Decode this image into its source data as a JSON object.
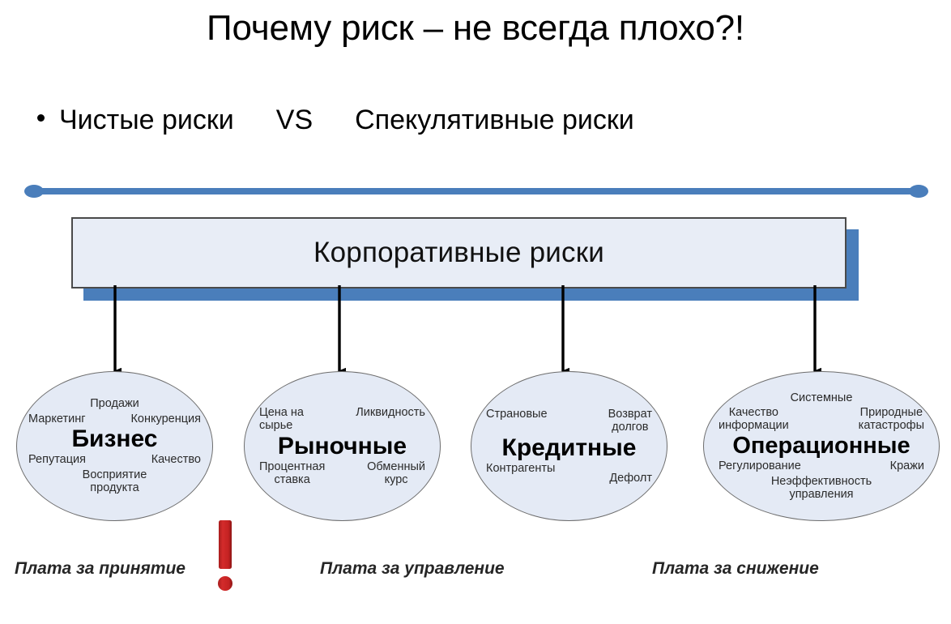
{
  "slide": {
    "title": "Почему риск – не всегда плохо?!"
  },
  "bullet": {
    "marker": "bullet-dot",
    "pure_risks": "Чистые риски",
    "vs": "VS",
    "speculative_risks": "Спекулятивные риски"
  },
  "divider": {
    "color": "#4a7ebb",
    "endpoint_shape": "round-dot"
  },
  "diagram": {
    "header": {
      "label": "Корпоративные риски",
      "fill": "#e8edf6",
      "border": "#4a4a4a",
      "shadow": "#4a7ebb"
    },
    "arrow_color": "#000000",
    "categories": [
      {
        "id": "business",
        "main": "Бизнес",
        "fill": "#e4eaf5",
        "border": "#6d6d6d",
        "keywords_top": [
          "Продажи"
        ],
        "keywords_upper": [
          "Маркетинг",
          "Конкуренция"
        ],
        "keywords_lower": [
          "Репутация",
          "Качество"
        ],
        "keywords_bottom": [
          "Восприятие",
          "продукта"
        ]
      },
      {
        "id": "market",
        "main": "Рыночные",
        "fill": "#e4eaf5",
        "border": "#6d6d6d",
        "keywords_top": [],
        "keywords_upper_left": [
          "Цена на",
          "сырье"
        ],
        "keywords_upper_right": [
          "Ликвидность"
        ],
        "keywords_lower_left": [
          "Процентная",
          "ставка"
        ],
        "keywords_lower_right": [
          "Обменный",
          "курс"
        ]
      },
      {
        "id": "credit",
        "main": "Кредитные",
        "fill": "#e4eaf5",
        "border": "#6d6d6d",
        "keywords_upper_left": [
          "Страновые"
        ],
        "keywords_upper_right": [
          "Возврат",
          "долгов"
        ],
        "keywords_lower_left": [
          "Контрагенты"
        ],
        "keywords_lower_right": [
          "Дефолт"
        ]
      },
      {
        "id": "operational",
        "main": "Операционные",
        "fill": "#e4eaf5",
        "border": "#6d6d6d",
        "keywords_top": [
          "Системные"
        ],
        "keywords_upper_left": [
          "Качество",
          "информации"
        ],
        "keywords_upper_right": [
          "Природные",
          "катастрофы"
        ],
        "keywords_lower_left": [
          "Регулирование"
        ],
        "keywords_lower_right": [
          "Кражи"
        ],
        "keywords_bottom": [
          "Неэффективность",
          "управления"
        ]
      }
    ]
  },
  "warning_icon": {
    "name": "exclamation-mark-icon",
    "color": "#cc2222"
  },
  "captions": {
    "accept": "Плата за принятие",
    "manage": "Плата за управление",
    "reduce": "Плата за снижение"
  }
}
